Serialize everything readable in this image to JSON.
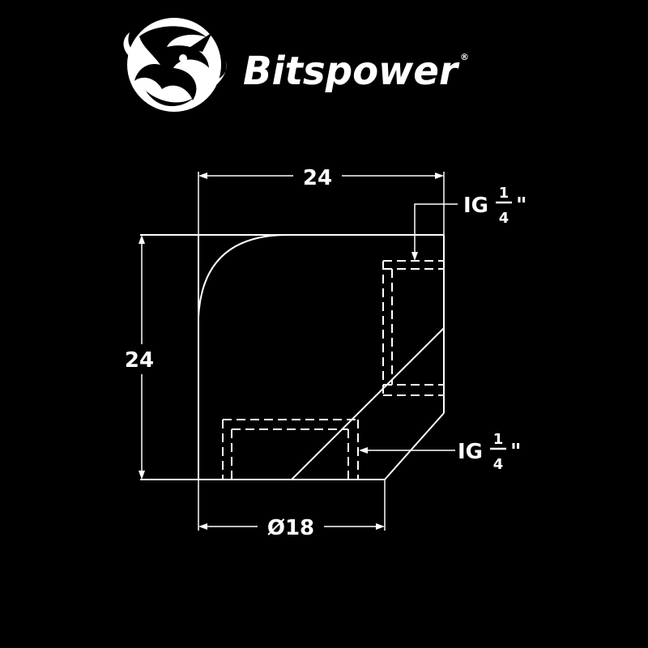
{
  "brand": {
    "name": "Bitspower",
    "registered_mark": "®",
    "logo_icon": "dragon-emblem-icon"
  },
  "dimensions": {
    "top_width": "24",
    "left_height": "24",
    "bottom_diameter": "Ø18"
  },
  "threads": {
    "top": {
      "prefix": "IG",
      "numerator": "1",
      "denominator": "4",
      "suffix": "\""
    },
    "side": {
      "prefix": "IG",
      "numerator": "1",
      "denominator": "4",
      "suffix": "\""
    }
  },
  "colors": {
    "background": "#000000",
    "lines": "#ffffff"
  }
}
